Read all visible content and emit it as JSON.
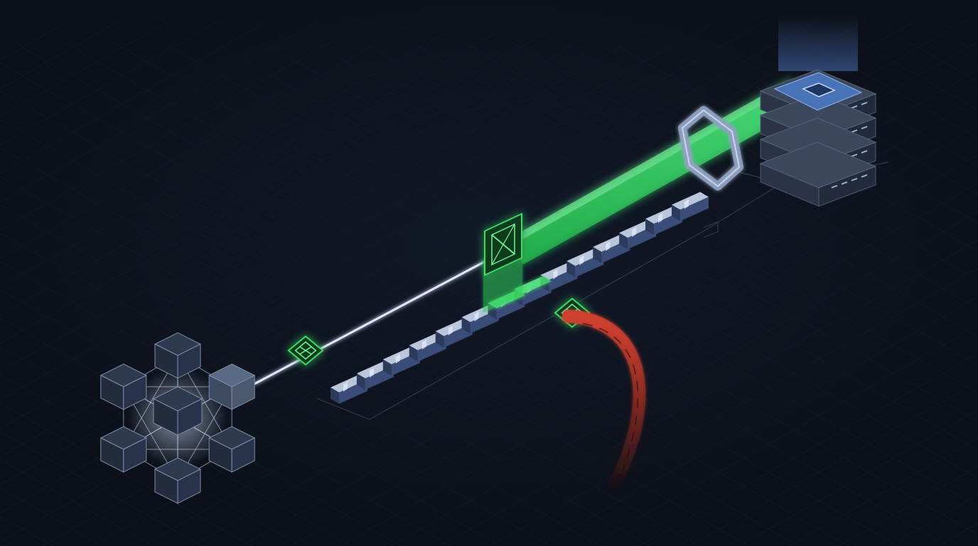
{
  "scene": {
    "elements": [
      "network-cluster-icon",
      "connection-beam",
      "chip-icon",
      "ledger-blocks",
      "validator-chip-icon",
      "green-data-beam",
      "hexagon-gate-icon",
      "server-stack-icon",
      "fork-chip-icon",
      "red-fork-path"
    ]
  },
  "colors": {
    "background": "#0b0f17",
    "grid": "#1b2433",
    "accent_green": "#3ddc6a",
    "beam_white": "#dfe8ff",
    "block_top": "#b9c6dc",
    "block_side": "#3a4d78",
    "server_body": "#2a3446",
    "server_screen": "#4a78c0",
    "fork_red": "#c0392b"
  }
}
